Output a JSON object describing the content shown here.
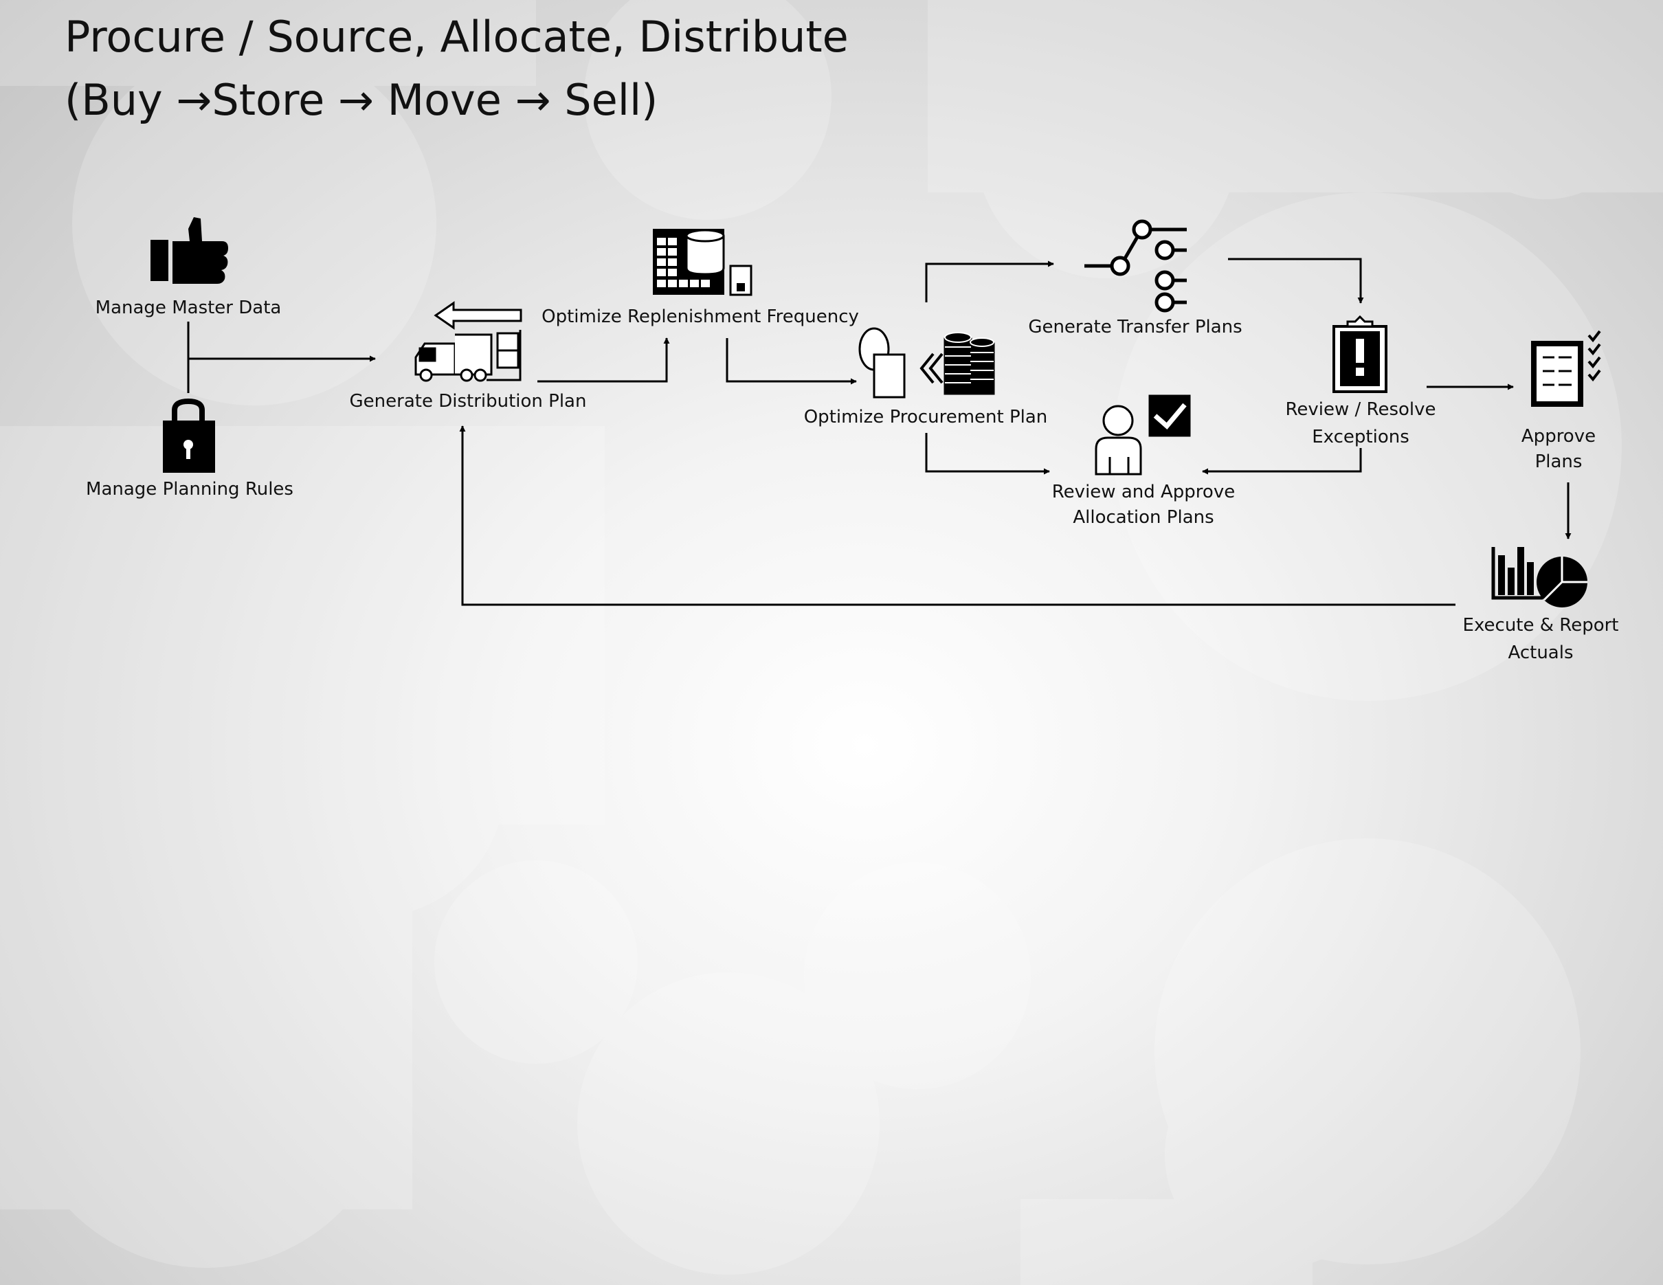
{
  "title": {
    "line1": "Procure / Source, Allocate, Distribute",
    "line2": "(Buy →Store → Move → Sell)"
  },
  "nodes": {
    "manage_master_data": {
      "label": "Manage Master Data",
      "icon": "thumbs-up-icon"
    },
    "manage_planning_rules": {
      "label": "Manage Planning Rules",
      "icon": "padlock-icon"
    },
    "generate_distribution_plan": {
      "label": "Generate Distribution Plan",
      "icon": "delivery-truck-icon"
    },
    "optimize_replenishment_frequency": {
      "label": "Optimize Replenishment Frequency",
      "icon": "calendar-database-icon"
    },
    "optimize_procurement_plan": {
      "label": "Optimize Procurement Plan",
      "icon": "coin-stack-icon"
    },
    "generate_transfer_plans": {
      "label": "Generate Transfer Plans",
      "icon": "switch-icon"
    },
    "review_resolve_exceptions": {
      "line1": "Review / Resolve",
      "line2": "Exceptions",
      "icon": "clipboard-alert-icon"
    },
    "review_approve_allocation_plans": {
      "line1": "Review and Approve",
      "line2": "Allocation Plans",
      "icon": "user-checkmark-icon"
    },
    "approve_plans": {
      "line1": "Approve",
      "line2": "Plans",
      "icon": "checklist-icon"
    },
    "execute_report_actuals": {
      "line1": "Execute & Report",
      "line2": "Actuals",
      "icon": "bar-pie-chart-icon"
    }
  },
  "colors": {
    "stroke": "#000000",
    "text": "#111111",
    "background_center": "#ffffff",
    "background_edge": "#c4c4c4"
  }
}
